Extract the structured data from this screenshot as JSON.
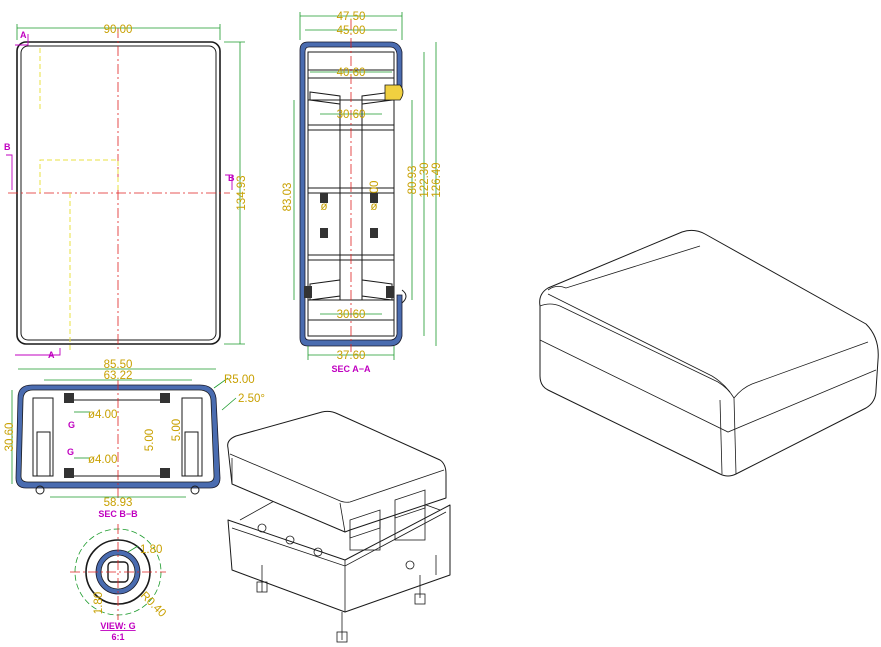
{
  "front_view": {
    "width": "90.00",
    "height": "134.93",
    "section_marks": [
      "A",
      "A",
      "B",
      "B"
    ]
  },
  "section_aa": {
    "title": "SEC A−A",
    "dims_top": [
      "47.50",
      "45.00",
      "40.60",
      "30.60",
      "30.60",
      "37.60"
    ],
    "dims_vertical": [
      "83.03",
      "80.93",
      "122.30",
      "126.49"
    ],
    "hole_labels": [
      "ø",
      "ø"
    ],
    "partial_value": "00"
  },
  "section_bb": {
    "title": "SEC B−B",
    "dims": {
      "outer_width": "85.50",
      "inner_width": "63.22",
      "bottom_width": "58.93",
      "height": "30.60",
      "radius": "R5.00",
      "draft_angle": "2.50°",
      "hole_top": "ø4.00",
      "hole_bottom": "ø4.00",
      "boss_left": "5.00",
      "boss_right": "5.00"
    },
    "detail_marks": [
      "G",
      "G"
    ]
  },
  "view_g": {
    "title": "VIEW: G",
    "scale": "6:1",
    "dims": [
      "1.80",
      "1.80",
      "R0.40"
    ]
  }
}
